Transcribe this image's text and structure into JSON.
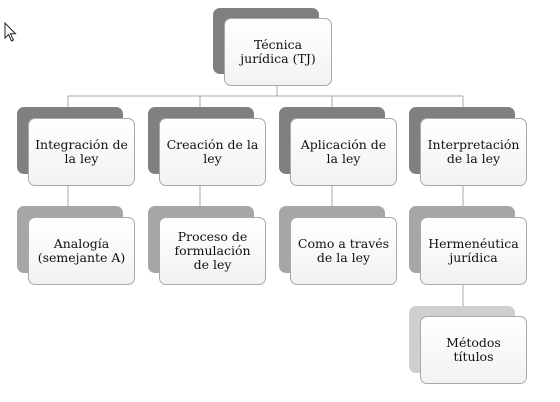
{
  "colors": {
    "shadow_dark": "#808080",
    "shadow_mid": "#a6a6a6",
    "shadow_light": "#cfcfcf",
    "connector": "#a9a9a9",
    "text": "#111111"
  },
  "cursor": {
    "icon": "mouse-pointer-icon"
  },
  "root": {
    "label": "Técnica jurídica (TJ)"
  },
  "branches": [
    {
      "label": "Integración de la ley",
      "child": "Analogía (semejante A)"
    },
    {
      "label": "Creación de la ley",
      "child": "Proceso de formulación de ley"
    },
    {
      "label": "Aplicación de la ley",
      "child": "Como a través de la ley"
    },
    {
      "label": "Interpretación de la ley",
      "child": "Hermenéutica jurídica",
      "grandchild": "Métodos títulos"
    }
  ]
}
